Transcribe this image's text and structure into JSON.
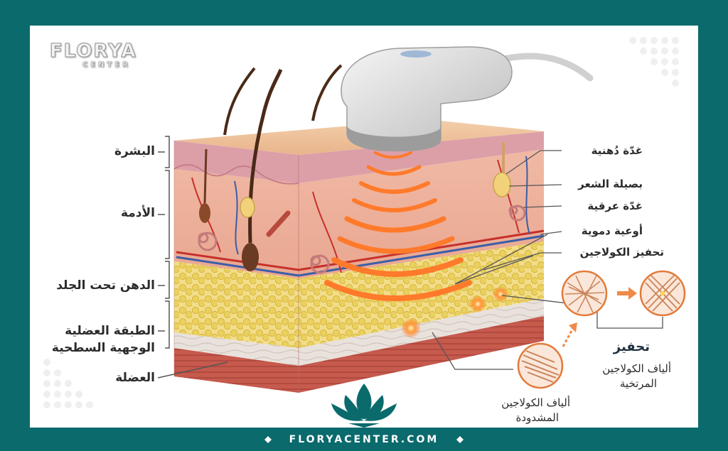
{
  "brand": {
    "name": "FLORYA",
    "sub": "CENTER",
    "website": "FLORYACENTER.COM"
  },
  "left_labels": [
    "البشرة",
    "الأدمة",
    "الدهن تحت الجلد",
    "الطبقة العضلية",
    "الوجهية السطحية",
    "العضلة"
  ],
  "right_labels": {
    "sebaceous_gland": "غدّة دُهنية",
    "hair_follicle": "بصيلة الشعر",
    "sweat_gland": "غدّة عرقية",
    "blood_vessels": "أوعية دموية",
    "collagen_stimulation": "تحفيز الكولاجين"
  },
  "collagen": {
    "stimulation_title": "تحفيز",
    "loose_fibers_line1": "ألياف الكولاجين",
    "loose_fibers_line2": "المرتخية",
    "tight_fibers_line1": "ألياف الكولاجين",
    "tight_fibers_line2": "المشدودة"
  },
  "colors": {
    "frame": "#0a6a6c",
    "accent_orange": "#ff7a2a",
    "text": "#2b2b2b",
    "skin": "#f1c9a6",
    "fat": "#f0d56a",
    "muscle": "#c0504d"
  }
}
